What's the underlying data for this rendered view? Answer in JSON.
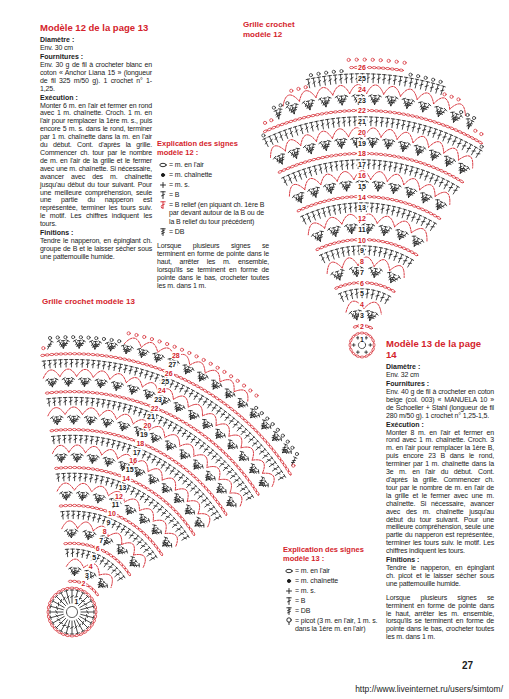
{
  "diagram": {
    "labels": [
      "Modèle 12 de la page 13",
      "Diamètre :",
      "Env. 30 cm",
      "Fournitures :",
      "Env. 30 g de fil à crocheter blanc en coton « Anchor Liana 15 » (longueur de fil 325 m/50 g). 1 crochet n° 1-1,25.",
      "Exécution :",
      "Monter 6 m. en l'air et fermer en rond avec 1 m. chaînette. Croch. 1 m. en l'air pour remplacer la 1ère m. s., puis encore 5 m. s. dans le rond, terminer par 1 m. chaînette dans la m. en l'air du début. Cont. d'après la grille. Commencer ch. tour par le nombre de m. en l'air de la grille et le fermer avec une m. chaînette. Si nécessaire, avancer avec des m. chaînette jusqu'au début du tour suivant. Pour une meilleure compréhension, seule une partie du napperon est représentée, terminer les tours suiv. le motif. Les chiffres indiquent les tours.",
      "Finitions :",
      "Tendre le napperon, en épinglant ch. groupe de B et le laisser sécher sous une pattemouille humide.",
      "Grille crochet modèle 12",
      "Explication des signes modèle 12 :",
      "Lorsque plusieurs signes se terminent en forme de pointe dans le haut, arrêter les m. ensemble, lorsqu'ils se terminent en forme de pointe dans le bas, crocheter toutes les m. dans 1 m.",
      "Grille crochet modèle 13",
      "Modèle 13 de la page 14",
      "Diamètre :",
      "Env. 32 cm",
      "Fournitures :",
      "Env. 40 g de fil à crocheter en coton beige (col. 003) « MANUELA 10 » de Schoeller + Stahl (longueur de fil 280 m/50 g). 1 crochet n° 1,25-1,5.",
      "Exécution :",
      "Monter 8 m. en l'air et fermer en rond avec 1 m. chaînette. Croch. 3 m. en l'air pour remplacer la 1ère B, puis encore 23 B dans le rond, terminer par 1 m. chaînette dans la 3e m. en l'air du début. Cont. d'après la grille. Commencer ch. tour par le nombre de m. en l'air de la grille et le fermer avec une m. chaînette. Si nécessaire, avancer avec des m. chaînette jusqu'au début du tour suivant. Pour une meilleure compréhension, seule une partie du napperon est représentée, terminer les tours suiv. le motif. Les chiffres indiquent les tours.",
      "Finitions :",
      "Tendre le napperon, en épinglant ch. picot et le laisser sécher sous une pattemouille humide.",
      "Lorsque plusieurs signes se terminent en forme de pointe dans le haut, arrêter les m. ensemble, lorsqu'ils se terminent en forme de pointe dans le bas, crocheter toutes les m. dans 1 m.",
      "Explication des signes modèle 13 :",
      "27",
      "http://www.liveinternet.ru/users/simtom/",
      "1",
      "2",
      "3",
      "4",
      "5",
      "6",
      "7",
      "8",
      "9",
      "10",
      "11",
      "12",
      "13",
      "14",
      "15",
      "16",
      "17",
      "18",
      "19",
      "20",
      "21",
      "22",
      "23",
      "24",
      "25",
      "26",
      "1",
      "2",
      "3",
      "4",
      "5",
      "6",
      "7",
      "8",
      "9",
      "10",
      "11",
      "12",
      "13",
      "14",
      "15",
      "16",
      "17",
      "18",
      "19",
      "20",
      "21",
      "22",
      "23",
      "24",
      "25",
      "26",
      "27",
      "28"
    ],
    "legend": [
      {
        "text": "= m. en l'air"
      },
      {
        "text": "= m. chaînette"
      },
      {
        "text": "= m. s."
      },
      {
        "text": "= B"
      },
      {
        "text": "= B relief (en piquant ch. 1ère B par devant autour de la B ou de la B relief du tour précédent)"
      },
      {
        "text": "= DB"
      },
      {
        "text": "= m. en l'air"
      },
      {
        "text": "= m. chaînette"
      },
      {
        "text": "= m. s."
      },
      {
        "text": "= B"
      },
      {
        "text": "= DB"
      },
      {
        "text": "= picot (3 m. en l'air, 1 m. s. dans la 1ère m. en l'air)"
      }
    ]
  }
}
